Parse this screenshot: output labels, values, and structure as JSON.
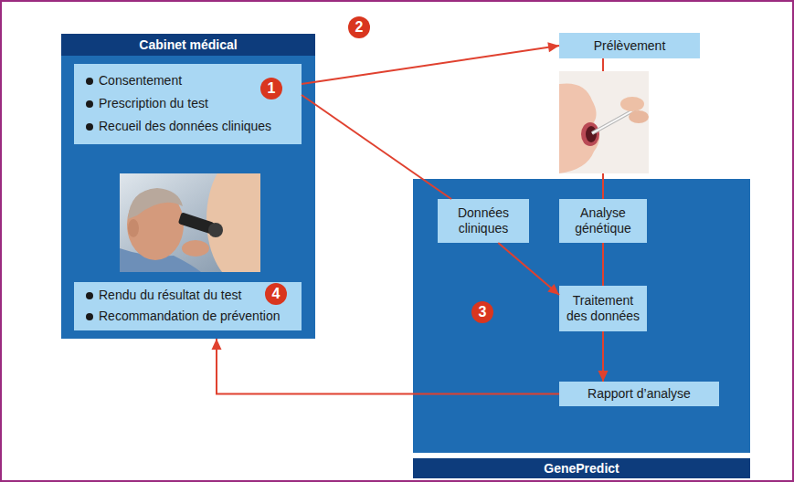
{
  "diagram": {
    "nodes": [
      {
        "text": [
          "Cabinet médical"
        ]
      },
      {
        "text": [
          "Consentement",
          "Prescription du test",
          "Recueil des données cliniques"
        ],
        "in": 0
      },
      {
        "text": [
          "Rendu du résultat du test",
          "Recommandation de prévention"
        ],
        "in": 0
      },
      {
        "text": [
          "Prélèvement"
        ]
      },
      {
        "text": [
          "GenePredict"
        ]
      },
      {
        "text": [
          "Données cliniques"
        ],
        "in": 4
      },
      {
        "text": [
          "Analyse génétique"
        ],
        "in": 4
      },
      {
        "text": [
          "Traitement des données"
        ],
        "in": 4
      },
      {
        "text": [
          "Rapport d’analyse"
        ],
        "in": 4
      }
    ],
    "edges": [
      {
        "from": 1,
        "to": 3,
        "arrow": "to"
      },
      {
        "from": 1,
        "to": 5,
        "arrow": "none"
      },
      {
        "from": 3,
        "to": 6,
        "arrow": "none"
      },
      {
        "from": 5,
        "to": 7,
        "arrow": "to"
      },
      {
        "from": 6,
        "to": 7,
        "arrow": "none"
      },
      {
        "from": 7,
        "to": 8,
        "arrow": "to"
      },
      {
        "from": 8,
        "to": 0,
        "arrow": "to"
      }
    ],
    "labels": [
      "1",
      "2",
      "3",
      "4"
    ]
  }
}
